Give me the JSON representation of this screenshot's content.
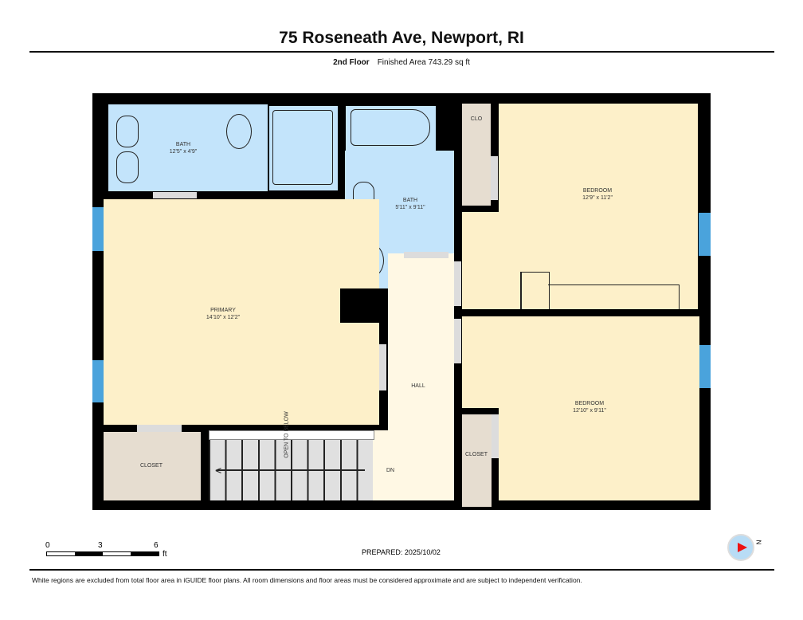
{
  "header": {
    "title": "75 Roseneath Ave, Newport, RI",
    "floor": "2nd Floor",
    "area": "Finished Area 743.29 sq ft"
  },
  "rooms": {
    "bath_primary": {
      "name": "BATH",
      "dims": "12'5\" x 4'9\""
    },
    "bath_hall": {
      "name": "BATH",
      "dims": "5'11\" x 9'11\""
    },
    "primary": {
      "name": "PRIMARY",
      "dims": "14'10\" x 12'2\""
    },
    "bedroom1": {
      "name": "BEDROOM",
      "dims": "12'9\" x 11'2\""
    },
    "bedroom2": {
      "name": "BEDROOM",
      "dims": "12'10\" x 9'11\""
    },
    "clo": {
      "name": "CLO"
    },
    "closet_left": {
      "name": "CLOSET"
    },
    "closet_right": {
      "name": "CLOSET"
    },
    "hall": {
      "name": "HALL"
    },
    "stairs": {
      "open": "OPEN TO BELOW",
      "dn": "DN"
    }
  },
  "scale": {
    "ticks": [
      "0",
      "3",
      "6"
    ],
    "unit": "ft"
  },
  "prepared": "PREPARED: 2025/10/02",
  "compass": {
    "label": "N"
  },
  "disclaimer": "White regions are excluded from total floor area in iGUIDE floor plans. All room dimensions and floor areas must be considered approximate and are subject to independent verification.",
  "colors": {
    "wall": "#000000",
    "living": "#fdf0c9",
    "bath": "#c3e4fb",
    "closet": "#e6ddd0",
    "window": "#4aa3dc"
  }
}
